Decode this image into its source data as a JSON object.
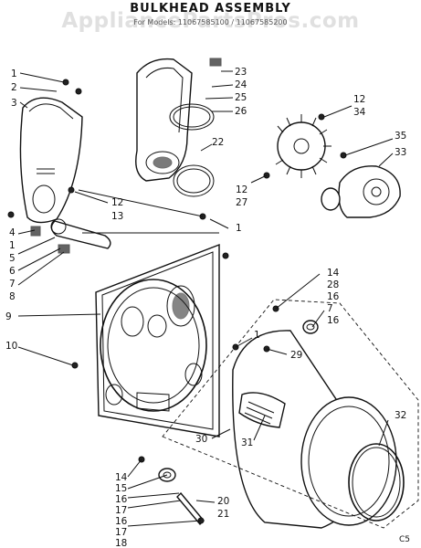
{
  "header": {
    "title": "BULKHEAD ASSEMBLY",
    "models": "For Models: 11067585100 / 11067585200"
  },
  "watermark": "AppliancePartsPros.com",
  "corner_code": "C5",
  "callouts": {
    "c1a": "1",
    "c2": "2",
    "c3": "3",
    "c12a": "12",
    "c13": "13",
    "c4": "4",
    "c1b": "1",
    "c5": "5",
    "c6": "6",
    "c7a": "7",
    "c8": "8",
    "c9": "9",
    "c10": "10",
    "c23": "23",
    "c24": "24",
    "c25": "25",
    "c26": "26",
    "c22": "22",
    "c12b": "12",
    "c34": "34",
    "c35": "35",
    "c33": "33",
    "c12c": "12",
    "c27": "27",
    "c1c": "1",
    "c14a": "14",
    "c28": "28",
    "c16a": "16",
    "c7b": "7",
    "c16b": "16",
    "c1d": "1",
    "c29": "29",
    "c30": "30",
    "c31": "31",
    "c32": "32",
    "c14b": "14",
    "c15": "15",
    "c16c": "16",
    "c17a": "17",
    "c16d": "16",
    "c17b": "17",
    "c18": "18",
    "c20": "20",
    "c21": "21"
  }
}
